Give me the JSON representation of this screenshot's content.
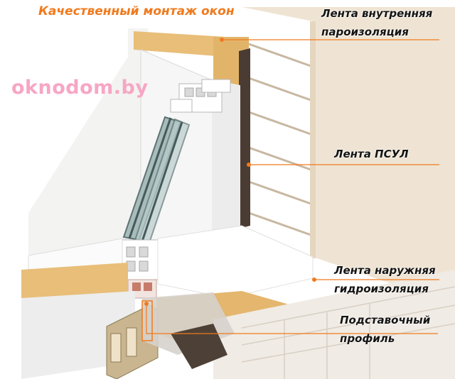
{
  "header": {
    "title": "Качественный монтаж окон"
  },
  "watermark": {
    "text": "oknodom.by"
  },
  "callouts": [
    {
      "id": "vapor",
      "line1": "Лента внутренняя",
      "line2": "пароизоляция"
    },
    {
      "id": "psul",
      "line1": "Лента ПСУЛ",
      "line2": ""
    },
    {
      "id": "water",
      "line1": "Лента наружняя",
      "line2": "гидроизоляция"
    },
    {
      "id": "profile",
      "line1": "Подставочный",
      "line2": "профиль"
    }
  ],
  "colors": {
    "accent": "#f07a1e",
    "watermark": "#f7a6c4",
    "foam": "#e8be78",
    "wall_panel": "#efe4d3",
    "psul_tape": "#4a3c32",
    "pvc": "#f6f6f6",
    "glass": "#8fa8a8",
    "sill": "#ffffff",
    "brick": "#f0ebe4",
    "leader_line": "#f07a1e"
  }
}
